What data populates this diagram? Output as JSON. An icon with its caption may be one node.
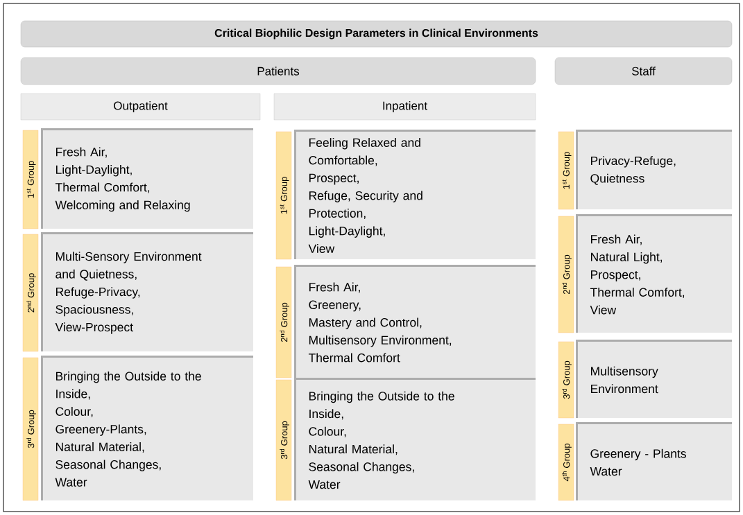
{
  "diagram": {
    "nodes": [
      {
        "text": [
          "Critical Biophilic Design Parameters in Clinical Environments"
        ]
      },
      {
        "text": [
          "Patients"
        ]
      },
      {
        "text": [
          "Staff"
        ]
      },
      {
        "text": [
          "Outpatient"
        ]
      },
      {
        "text": [
          "Inpatient"
        ]
      },
      {
        "text": [
          "1$^{st}$ Group"
        ]
      },
      {
        "text": [
          "Fresh Air,",
          "Light-Daylight,",
          "Thermal Comfort,",
          "Welcoming and Relaxing"
        ]
      },
      {
        "text": [
          "2$^{nd}$ Group"
        ]
      },
      {
        "text": [
          "Multi-Sensory Environment and Quietness,",
          "Refuge-Privacy,",
          "Spaciousness,",
          "View-Prospect"
        ]
      },
      {
        "text": [
          "3$^{rd}$ Group"
        ]
      },
      {
        "text": [
          "Bringing the Outside to the Inside,",
          "Colour,",
          "Greenery-Plants,",
          "Natural Material,",
          "Seasonal Changes,",
          "Water"
        ]
      },
      {
        "text": [
          "1$^{st}$ Group"
        ]
      },
      {
        "text": [
          "Feeling Relaxed and Comfortable,",
          "Prospect,",
          "Refuge, Security and Protection,",
          "Light-Daylight,",
          "View"
        ]
      },
      {
        "text": [
          "2$^{nd}$ Group"
        ]
      },
      {
        "text": [
          "Fresh Air,",
          "Greenery,",
          "Mastery and Control,",
          "Multisensory Environment,",
          "Thermal Comfort"
        ]
      },
      {
        "text": [
          "3$^{rd}$ Group"
        ]
      },
      {
        "text": [
          "Bringing the Outside to the Inside,",
          "Colour,",
          "Natural Material,",
          "Seasonal Changes,",
          "Water"
        ]
      },
      {
        "text": [
          "1$^{st}$ Group"
        ]
      },
      {
        "text": [
          "Privacy-Refuge,",
          "Quietness"
        ]
      },
      {
        "text": [
          "2$^{nd}$ Group"
        ]
      },
      {
        "text": [
          "Fresh Air,",
          "Natural Light,",
          "Prospect,",
          "Thermal Comfort,",
          "View"
        ]
      },
      {
        "text": [
          "3$^{rd}$ Group"
        ]
      },
      {
        "text": [
          "Multisensory Environment"
        ]
      },
      {
        "text": [
          "4$^{th}$ Group"
        ]
      },
      {
        "text": [
          "Greenery - Plants",
          "Water"
        ]
      }
    ]
  }
}
